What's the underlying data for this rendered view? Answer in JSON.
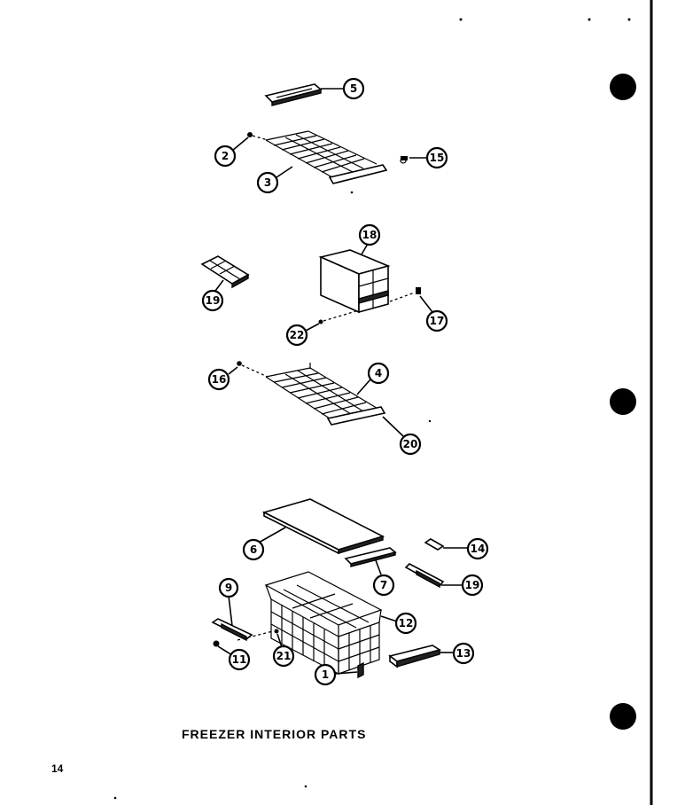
{
  "caption": "FREEZER INTERIOR PARTS",
  "page_number": "14",
  "callouts": {
    "c1": "1",
    "c2": "2",
    "c3": "3",
    "c4": "4",
    "c5": "5",
    "c6": "6",
    "c7": "7",
    "c9": "9",
    "c11": "11",
    "c12": "12",
    "c13": "13",
    "c14": "14",
    "c15": "15",
    "c16": "16",
    "c17": "17",
    "c18": "18",
    "c19a": "19",
    "c19b": "19",
    "c20": "20",
    "c21": "21",
    "c22": "22"
  }
}
